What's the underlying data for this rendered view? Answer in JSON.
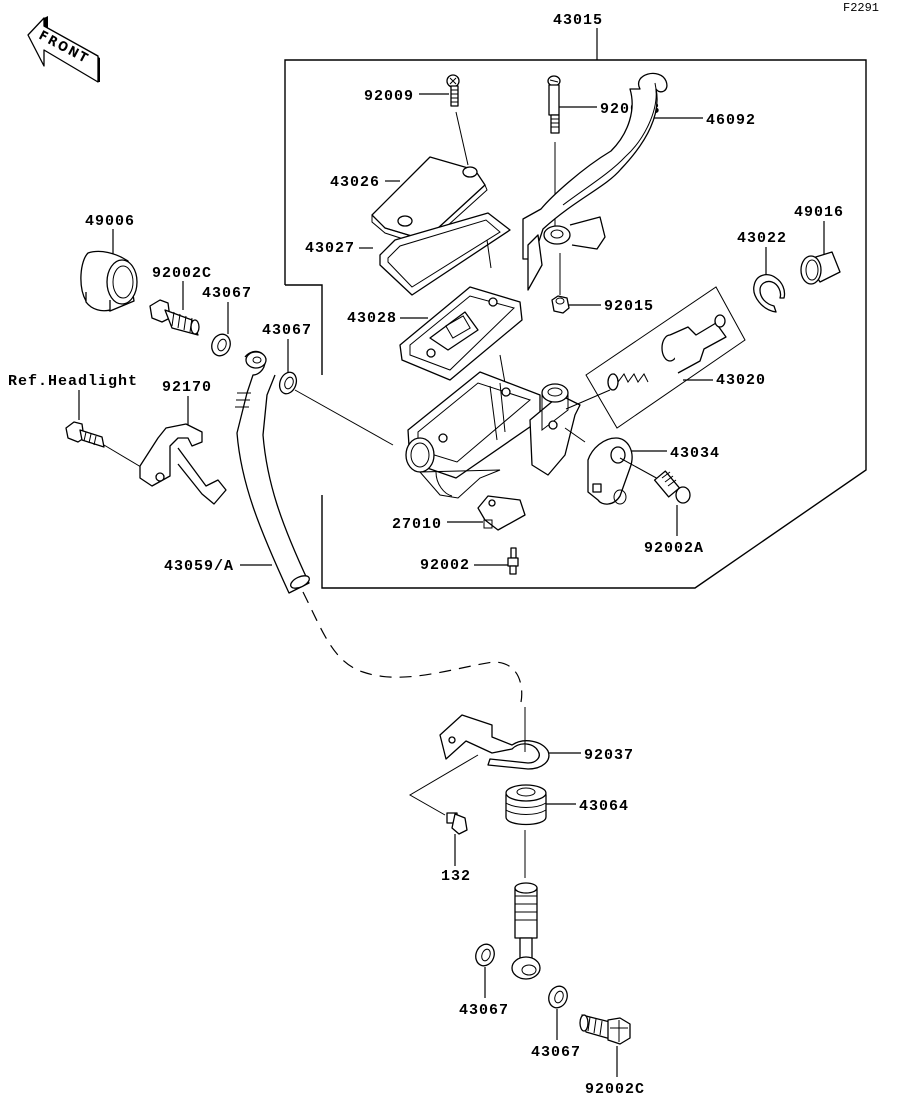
{
  "diagram": {
    "figure_code": "F2291",
    "front_marker": "FRONT",
    "assembly_label": "43015",
    "callouts": {
      "c92009": "92009",
      "c92002B": "92002B",
      "c46092": "46092",
      "c43026": "43026",
      "c49006": "49006",
      "c49016": "49016",
      "c43022": "43022",
      "c92002C_top": "92002C",
      "c43067_a": "43067",
      "c43027": "43027",
      "c43067_b": "43067",
      "c43028": "43028",
      "c92015": "92015",
      "c43020": "43020",
      "ref_headlight": "Ref.Headlight",
      "c92170": "92170",
      "c43034": "43034",
      "c27010": "27010",
      "c92002A": "92002A",
      "c43059A": "43059/A",
      "c92002": "92002",
      "c92037": "92037",
      "c43064": "43064",
      "c132": "132",
      "c43067_c": "43067",
      "c43067_d": "43067",
      "c92002C_bottom": "92002C"
    }
  }
}
